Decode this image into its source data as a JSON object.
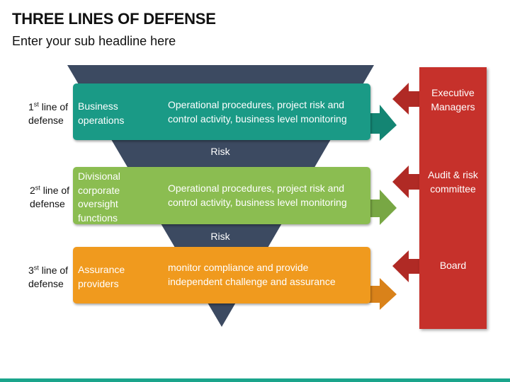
{
  "title": "THREE LINES OF DEFENSE",
  "subtitle": "Enter your sub headline here",
  "lines": [
    {
      "num": "1",
      "sup": "st",
      "label_rest": " line of",
      "label_line2": "defense",
      "name_lines": [
        "Business",
        "operations"
      ],
      "desc_lines": [
        "Operational procedures, project risk and",
        "control activity, business level monitoring"
      ],
      "color": "#1a9a86",
      "arrow_color": "#148573"
    },
    {
      "num": "2",
      "sup": "st",
      "label_rest": " line of",
      "label_line2": "defense",
      "name_lines": [
        "Divisional",
        "corporate",
        "oversight",
        "functions"
      ],
      "desc_lines": [
        "Operational procedures, project risk and",
        "control activity, business level monitoring"
      ],
      "color": "#8bbd51",
      "arrow_color": "#78a744"
    },
    {
      "num": "3",
      "sup": "st",
      "label_rest": " line of",
      "label_line2": "defense",
      "name_lines": [
        "Assurance",
        "providers"
      ],
      "desc_lines": [
        "monitor compliance and provide",
        "independent challenge and assurance"
      ],
      "color": "#f09a1e",
      "arrow_color": "#d9821a"
    }
  ],
  "risk_labels": [
    "Risk",
    "Risk"
  ],
  "panel": {
    "items": [
      {
        "lines": [
          "Executive",
          "Managers"
        ]
      },
      {
        "lines": [
          "Audit & risk",
          "committee"
        ]
      },
      {
        "lines": [
          "Board"
        ]
      }
    ],
    "color": "#c6312b",
    "arrow_color": "#b02a25"
  },
  "colors": {
    "funnel": "#3c4a61",
    "bottom_bar": "#1aa58c"
  }
}
